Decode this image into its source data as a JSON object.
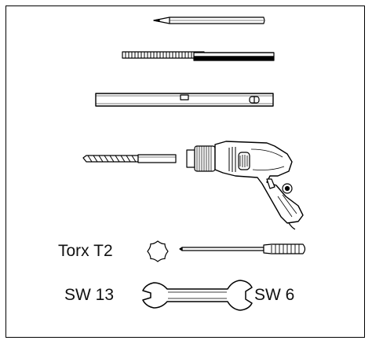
{
  "labels": {
    "torx": "Torx T2",
    "wrench_left": "SW 13",
    "wrench_right": "SW 6"
  },
  "colors": {
    "line": "#000000",
    "background": "#ffffff"
  },
  "icons": [
    "pencil-icon",
    "folding-rule-icon",
    "spirit-level-icon",
    "drill-bit-icon",
    "power-drill-icon",
    "torx-icon",
    "screwdriver-icon",
    "open-end-wrench-icon"
  ]
}
